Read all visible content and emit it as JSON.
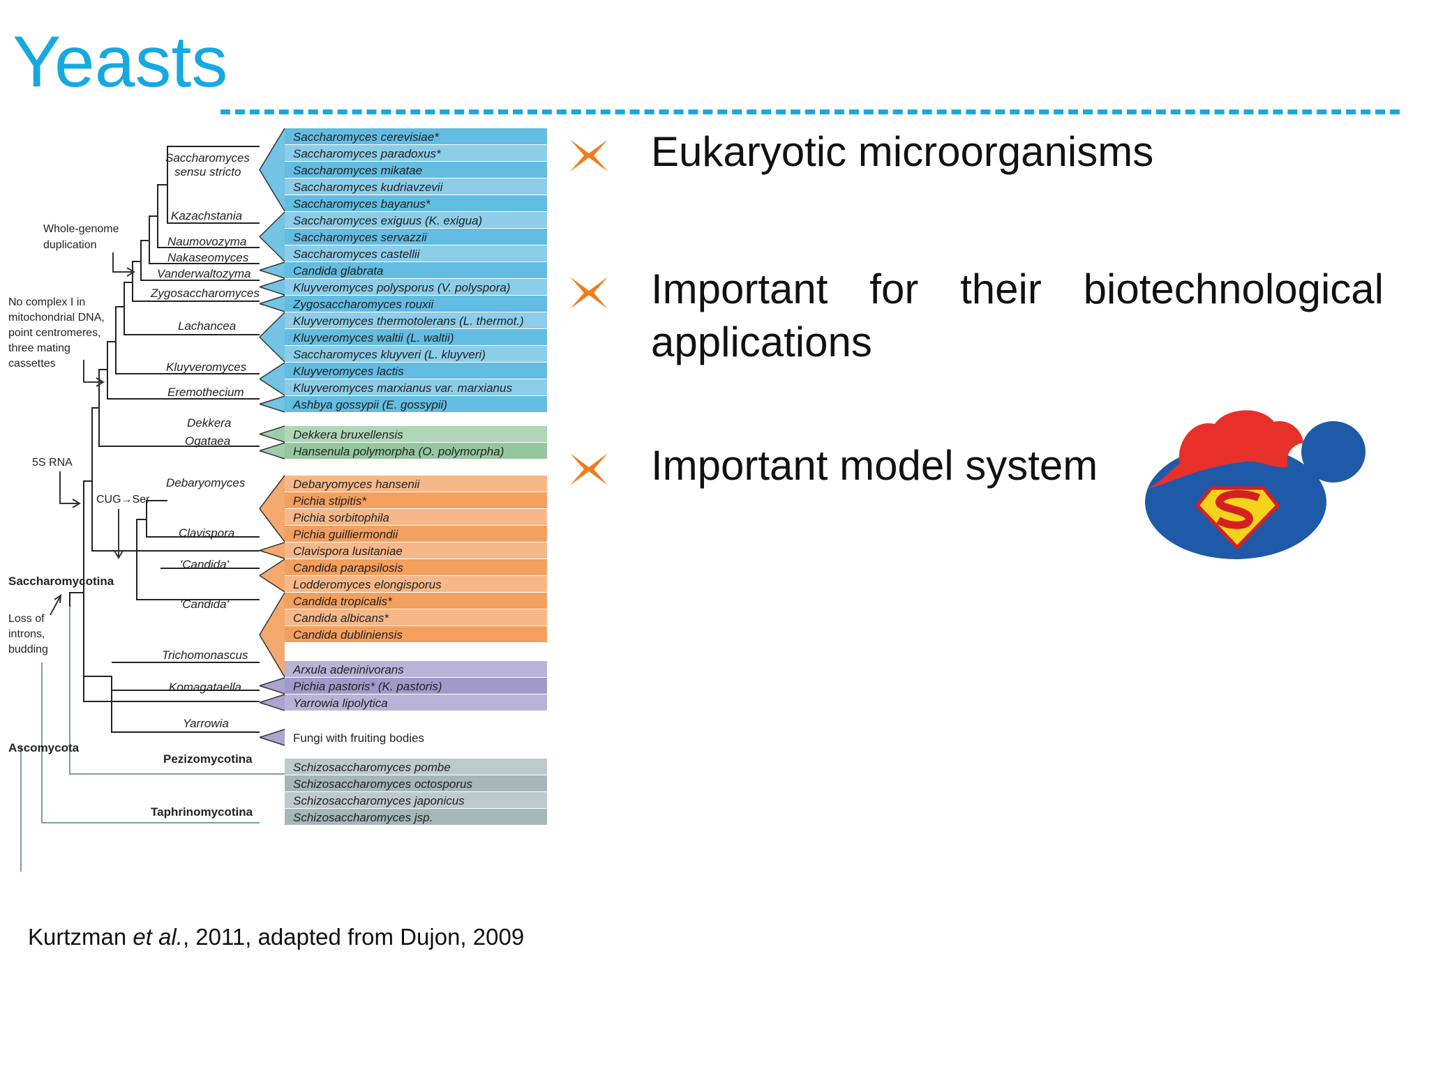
{
  "title": "Yeasts",
  "bullets": [
    {
      "text": "Eukaryotic microorganisms",
      "icon": "orange-star-bullet-icon"
    },
    {
      "text": "Important for their biotechnological applications",
      "icon": "orange-star-bullet-icon"
    },
    {
      "text": "Important model system",
      "icon": "orange-star-bullet-icon"
    }
  ],
  "citation": {
    "prefix": "Kurtzman ",
    "italic": "et al.",
    "suffix": ", 2011, adapted from Dujon, 2009"
  },
  "logo": {
    "icon": "yeast-superman-logo-icon"
  },
  "colors": {
    "title": "#16a9e1",
    "bullet": "#f07c20",
    "blue_band": "#5bb8e0",
    "green_band": "#8fc49a",
    "orange_band": "#f29a55",
    "purple_band": "#9d93c7",
    "gray_band": "#9fb3b5"
  },
  "tree": {
    "species": [
      {
        "name": "Saccharomyces cerevisiae*",
        "group": "blue"
      },
      {
        "name": "Saccharomyces paradoxus*",
        "group": "blue"
      },
      {
        "name": "Saccharomyces mikatae",
        "group": "blue"
      },
      {
        "name": "Saccharomyces kudriavzevii",
        "group": "blue"
      },
      {
        "name": "Saccharomyces bayanus*",
        "group": "blue"
      },
      {
        "name": "Saccharomyces exiguus (K. exigua)",
        "group": "blue"
      },
      {
        "name": "Saccharomyces servazzii",
        "group": "blue"
      },
      {
        "name": "Saccharomyces castellii",
        "group": "blue"
      },
      {
        "name": "Candida glabrata",
        "group": "blue"
      },
      {
        "name": "Kluyveromyces polysporus (V. polyspora)",
        "group": "blue"
      },
      {
        "name": "Zygosaccharomyces rouxii",
        "group": "blue"
      },
      {
        "name": "Kluyveromyces thermotolerans (L. thermot.)",
        "group": "blue"
      },
      {
        "name": "Kluyveromyces waltii (L. waltii)",
        "group": "blue"
      },
      {
        "name": "Saccharomyces kluyveri (L. kluyveri)",
        "group": "blue"
      },
      {
        "name": "Kluyveromyces lactis",
        "group": "blue"
      },
      {
        "name": "Kluyveromyces marxianus var. marxianus",
        "group": "blue"
      },
      {
        "name": "Ashbya gossypii (E. gossypii)",
        "group": "blue"
      },
      {
        "name": "Dekkera bruxellensis",
        "group": "green"
      },
      {
        "name": "Hansenula polymorpha (O. polymorpha)",
        "group": "green"
      },
      {
        "name": "Debaryomyces hansenii",
        "group": "orange"
      },
      {
        "name": "Pichia stipitis*",
        "group": "orange"
      },
      {
        "name": "Pichia sorbitophila",
        "group": "orange"
      },
      {
        "name": "Pichia guilliermondii",
        "group": "orange"
      },
      {
        "name": "Clavispora lusitaniae",
        "group": "orange"
      },
      {
        "name": "Candida parapsilosis",
        "group": "orange"
      },
      {
        "name": "Lodderomyces elongisporus",
        "group": "orange"
      },
      {
        "name": "Candida tropicalis*",
        "group": "orange"
      },
      {
        "name": "Candida albicans*",
        "group": "orange"
      },
      {
        "name": "Candida dubliniensis",
        "group": "orange"
      },
      {
        "name": "Arxula adeninivorans",
        "group": "purple"
      },
      {
        "name": "Pichia pastoris* (K. pastoris)",
        "group": "purple"
      },
      {
        "name": "Yarrowia lipolytica",
        "group": "purple"
      },
      {
        "name": "Fungi with fruiting bodies",
        "group": "none"
      },
      {
        "name": "Schizosaccharomyces pombe",
        "group": "gray"
      },
      {
        "name": "Schizosaccharomyces octosporus",
        "group": "gray"
      },
      {
        "name": "Schizosaccharomyces japonicus",
        "group": "gray"
      },
      {
        "name": "Schizosaccharomyces jsp.",
        "group": "gray"
      }
    ],
    "genera": {
      "saccharomyces": "Saccharomyces",
      "sensu_stricto": "sensu stricto",
      "kazachstania": "Kazachstania",
      "naumovozyma": "Naumovozyma",
      "nakaseomyces": "Nakaseomyces",
      "vanderwaltozyma": "Vanderwaltozyma",
      "zygosaccharomyces": "Zygosaccharomyces",
      "lachancea": "Lachancea",
      "kluyveromyces": "Kluyveromyces",
      "eremothecium": "Eremothecium",
      "dekkera": "Dekkera",
      "ogataea": "Ogataea",
      "debaryomyces": "Debaryomyces",
      "clavispora": "Clavispora",
      "candida1": "'Candida'",
      "candida2": "'Candida'",
      "trichomonascus": "Trichomonascus",
      "komagataella": "Komagataella",
      "yarrowia": "Yarrowia"
    },
    "clades": {
      "saccharomycotina": "Saccharomycotina",
      "pezizomycotina": "Pezizomycotina",
      "taphrinomycotina": "Taphrinomycotina",
      "ascomycota": "Ascomycota"
    },
    "notes": {
      "wgd_1": "Whole-genome",
      "wgd_2": "duplication",
      "complex_1": "No complex I in",
      "complex_2": "mitochondrial DNA,",
      "complex_3": "point centromeres,",
      "complex_4": "three mating",
      "complex_5": "cassettes",
      "rna5s": "5S RNA",
      "cug": "CUG→Ser",
      "loss_1": "Loss of",
      "loss_2": "introns,",
      "loss_3": "budding"
    }
  }
}
